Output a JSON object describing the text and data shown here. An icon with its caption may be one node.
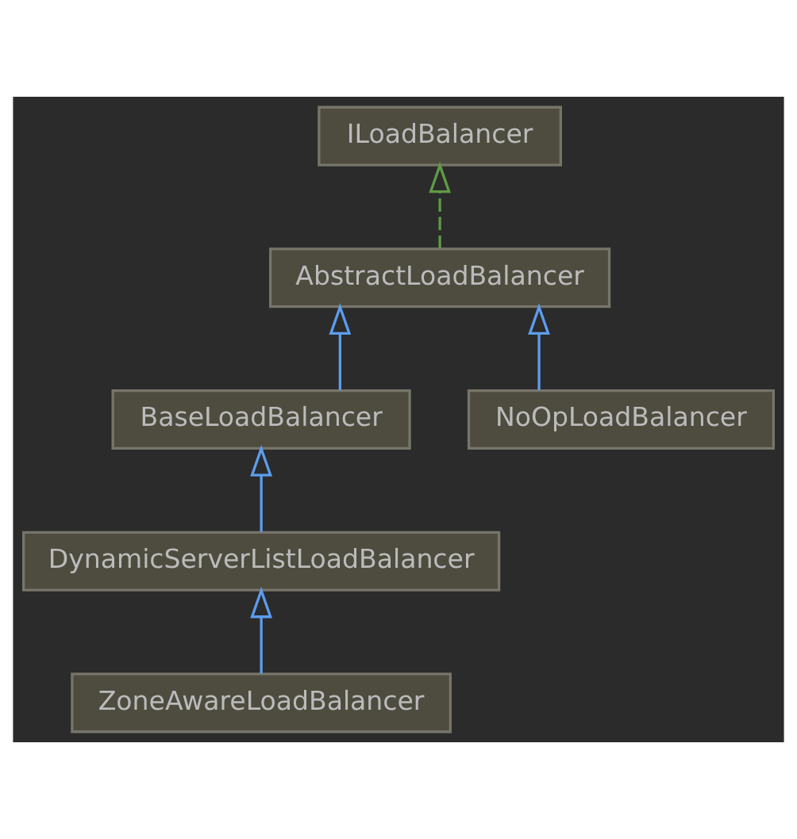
{
  "diagram": {
    "nodes": [
      {
        "text": [
          "ILoadBalancer"
        ]
      },
      {
        "text": [
          "AbstractLoadBalancer"
        ]
      },
      {
        "text": [
          "BaseLoadBalancer"
        ]
      },
      {
        "text": [
          "NoOpLoadBalancer"
        ]
      },
      {
        "text": [
          "DynamicServerListLoadBalancer"
        ]
      },
      {
        "text": [
          "ZoneAwareLoadBalancer"
        ]
      }
    ],
    "edges": [
      {
        "from": 1,
        "to": 0,
        "arrow": "to",
        "style": "dashed",
        "color": "#5f9a45"
      },
      {
        "from": 2,
        "to": 1,
        "arrow": "to"
      },
      {
        "from": 3,
        "to": 1,
        "arrow": "to"
      },
      {
        "from": 4,
        "to": 2,
        "arrow": "to"
      },
      {
        "from": 5,
        "to": 4,
        "arrow": "to"
      }
    ]
  }
}
